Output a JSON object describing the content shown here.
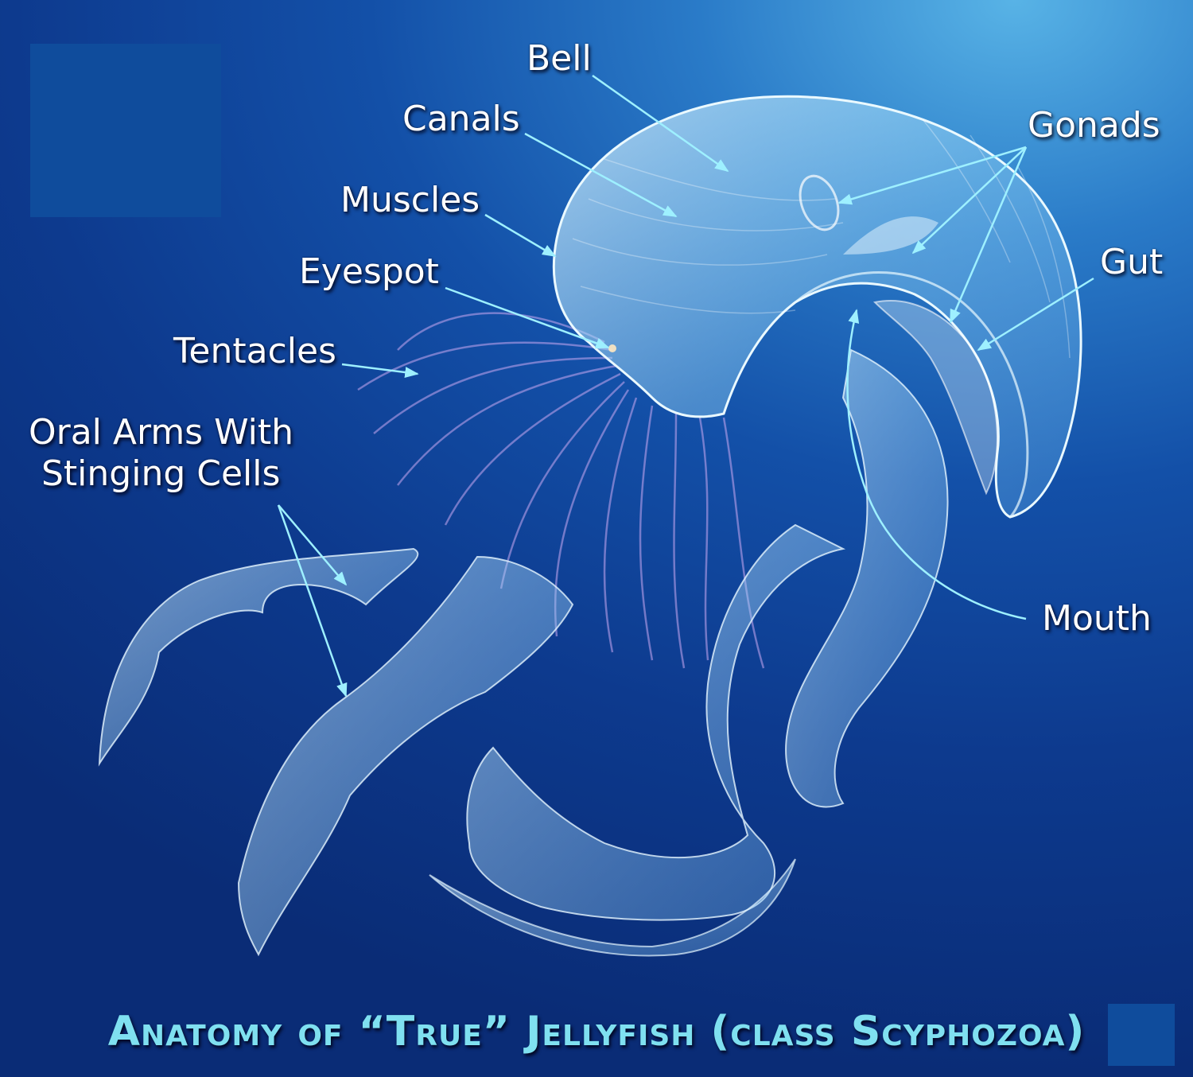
{
  "title": "Anatomy of “True” Jellyfish (class Scyphozoa)",
  "labels": {
    "bell": "Bell",
    "canals": "Canals",
    "gonads": "Gonads",
    "muscles": "Muscles",
    "eyespot": "Eyespot",
    "gut": "Gut",
    "tentacles": "Tentacles",
    "oral_arms_line1": "Oral Arms With",
    "oral_arms_line2": "Stinging Cells",
    "mouth": "Mouth"
  },
  "colors": {
    "background_top": "#58b3e6",
    "background_bottom": "#0a2c76",
    "leader_lines": "#9ef0ff",
    "title": "#7fe0f0",
    "label_text": "#ffffff"
  }
}
